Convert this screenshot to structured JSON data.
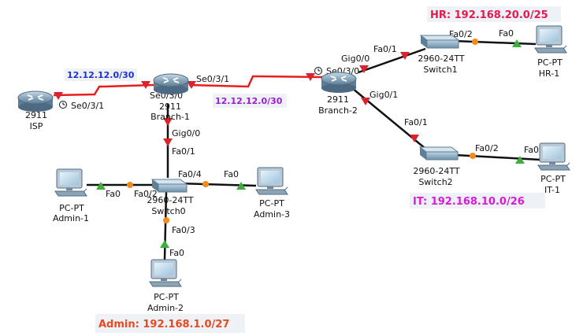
{
  "colors": {
    "serial_link": "#e81e1e",
    "ethernet_link": "#111111",
    "link_down": "#d9232d",
    "link_up": "#3fae3f",
    "link_pending": "#f28a1c",
    "net_hr": "#e5194d",
    "net_it": "#d81bd8",
    "net_admin": "#e8491d",
    "net_serial_isp": "#1f2fd0",
    "net_serial_branch": "#9a1fd0"
  },
  "devices": {
    "isp": {
      "model": "2911",
      "name": "ISP",
      "icon": "router-icon"
    },
    "branch1": {
      "model": "2911",
      "name": "Branch-1",
      "icon": "router-icon"
    },
    "branch2": {
      "model": "2911",
      "name": "Branch-2",
      "icon": "router-icon"
    },
    "switch0": {
      "model": "2960-24TT",
      "name": "Switch0",
      "icon": "switch-icon"
    },
    "switch1": {
      "model": "2960-24TT",
      "name": "Switch1",
      "icon": "switch-icon"
    },
    "switch2": {
      "model": "2960-24TT",
      "name": "Switch2",
      "icon": "switch-icon"
    },
    "admin1": {
      "model": "PC-PT",
      "name": "Admin-1",
      "icon": "pc-icon"
    },
    "admin2": {
      "model": "PC-PT",
      "name": "Admin-2",
      "icon": "pc-icon"
    },
    "admin3": {
      "model": "PC-PT",
      "name": "Admin-3",
      "icon": "pc-icon"
    },
    "hr1": {
      "model": "PC-PT",
      "name": "HR-1",
      "icon": "pc-icon"
    },
    "it1": {
      "model": "PC-PT",
      "name": "IT-1",
      "icon": "pc-icon"
    }
  },
  "ports": {
    "isp_se": "Se0/3/1",
    "b1_se_isp": "Se0/3/0",
    "b1_se_b2": "Se0/3/1",
    "b1_gig": "Gig0/0",
    "b2_se": "Se0/3/0",
    "b2_gig_sw1": "Gig0/0",
    "b2_gig_sw2": "Gig0/1",
    "sw0_up": "Fa0/1",
    "sw0_admin1": "Fa0/2",
    "sw0_admin3": "Fa0/4",
    "sw0_admin2": "Fa0/3",
    "admin1_fa": "Fa0",
    "admin3_fa": "Fa0",
    "admin2_fa": "Fa0",
    "sw1_up": "Fa0/1",
    "sw1_hr": "Fa0/2",
    "hr_fa": "Fa0",
    "sw2_up": "Fa0/1",
    "sw2_it": "Fa0/2",
    "it_fa": "Fa0"
  },
  "networks": {
    "isp_serial": "12.12.12.0/30",
    "branch_serial": "12.12.12.0/30",
    "hr": "HR: 192.168.20.0/25",
    "it": "IT: 192.168.10.0/26",
    "admin": "Admin: 192.168.1.0/27"
  }
}
